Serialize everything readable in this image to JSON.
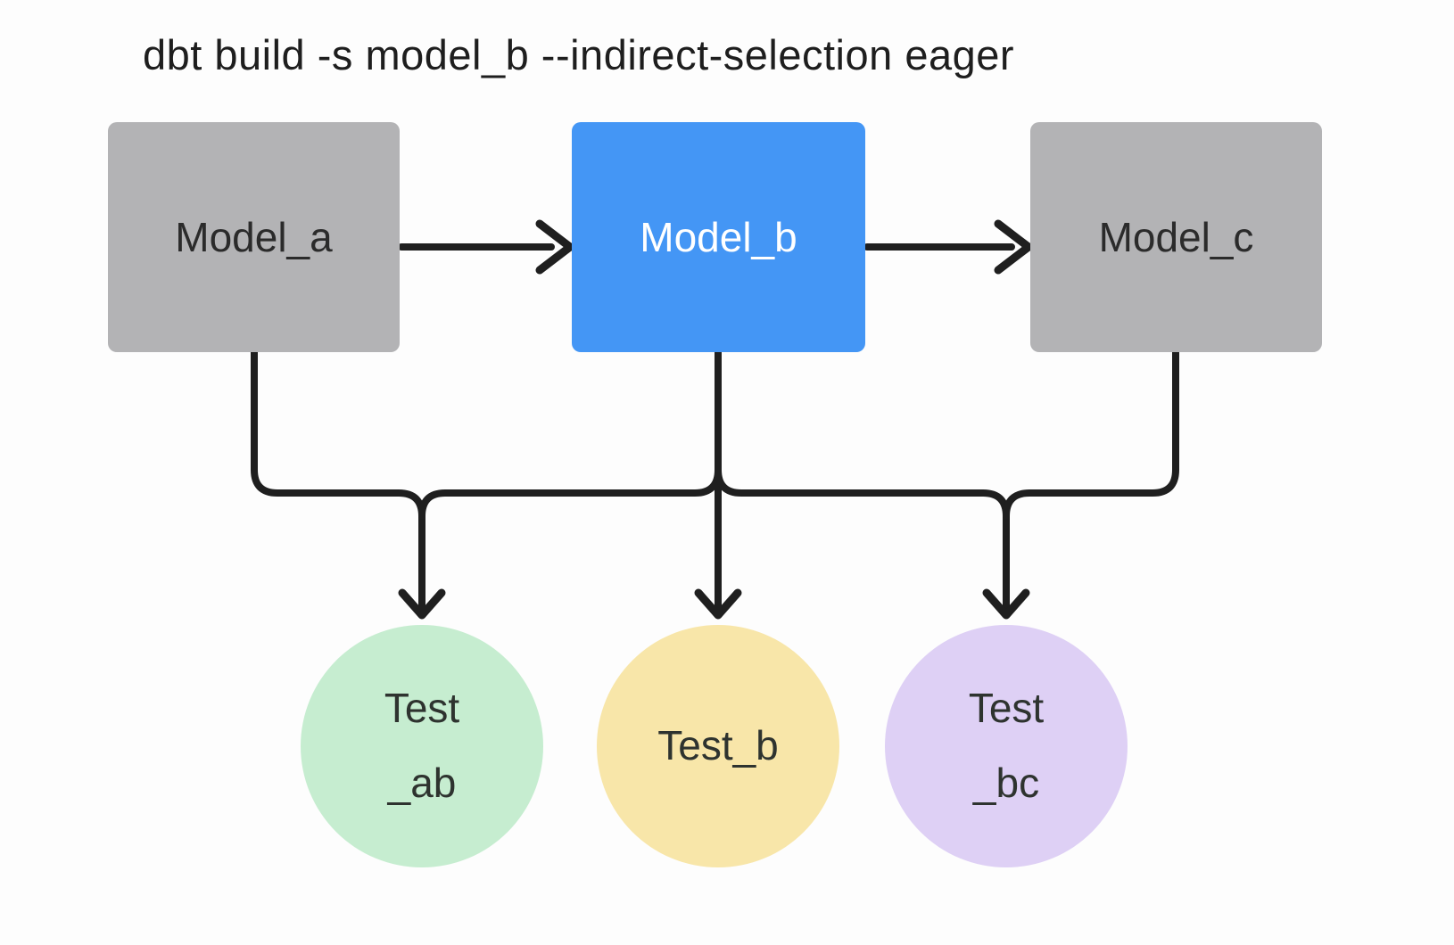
{
  "title": "dbt build -s model_b --indirect-selection eager",
  "colors": {
    "background": "#fdfdfd",
    "title-text": "#1e1e1e",
    "edge": "#1f1f1f",
    "node-gray": "#b3b3b5",
    "node-blue": "#4496f5",
    "box-text": "#2b2b2b",
    "box-text-selected": "#ffffff",
    "circle-text": "#2e332f",
    "test-green": "#c6edd0",
    "test-yellow": "#f8e6a9",
    "test-purple": "#ded0f5"
  },
  "models": [
    {
      "id": "model_a",
      "label": "Model_a",
      "selected": false
    },
    {
      "id": "model_b",
      "label": "Model_b",
      "selected": true
    },
    {
      "id": "model_c",
      "label": "Model_c",
      "selected": false
    }
  ],
  "tests": [
    {
      "id": "test_ab",
      "lines": [
        "Test",
        "_ab"
      ]
    },
    {
      "id": "test_b",
      "lines": [
        "Test_b"
      ]
    },
    {
      "id": "test_bc",
      "lines": [
        "Test",
        "_bc"
      ]
    }
  ],
  "edges": [
    {
      "from": "model_a",
      "to": "model_b"
    },
    {
      "from": "model_b",
      "to": "model_c"
    },
    {
      "from": "model_a",
      "to": "test_ab"
    },
    {
      "from": "model_b",
      "to": "test_ab"
    },
    {
      "from": "model_b",
      "to": "test_b"
    },
    {
      "from": "model_b",
      "to": "test_bc"
    },
    {
      "from": "model_c",
      "to": "test_bc"
    }
  ]
}
